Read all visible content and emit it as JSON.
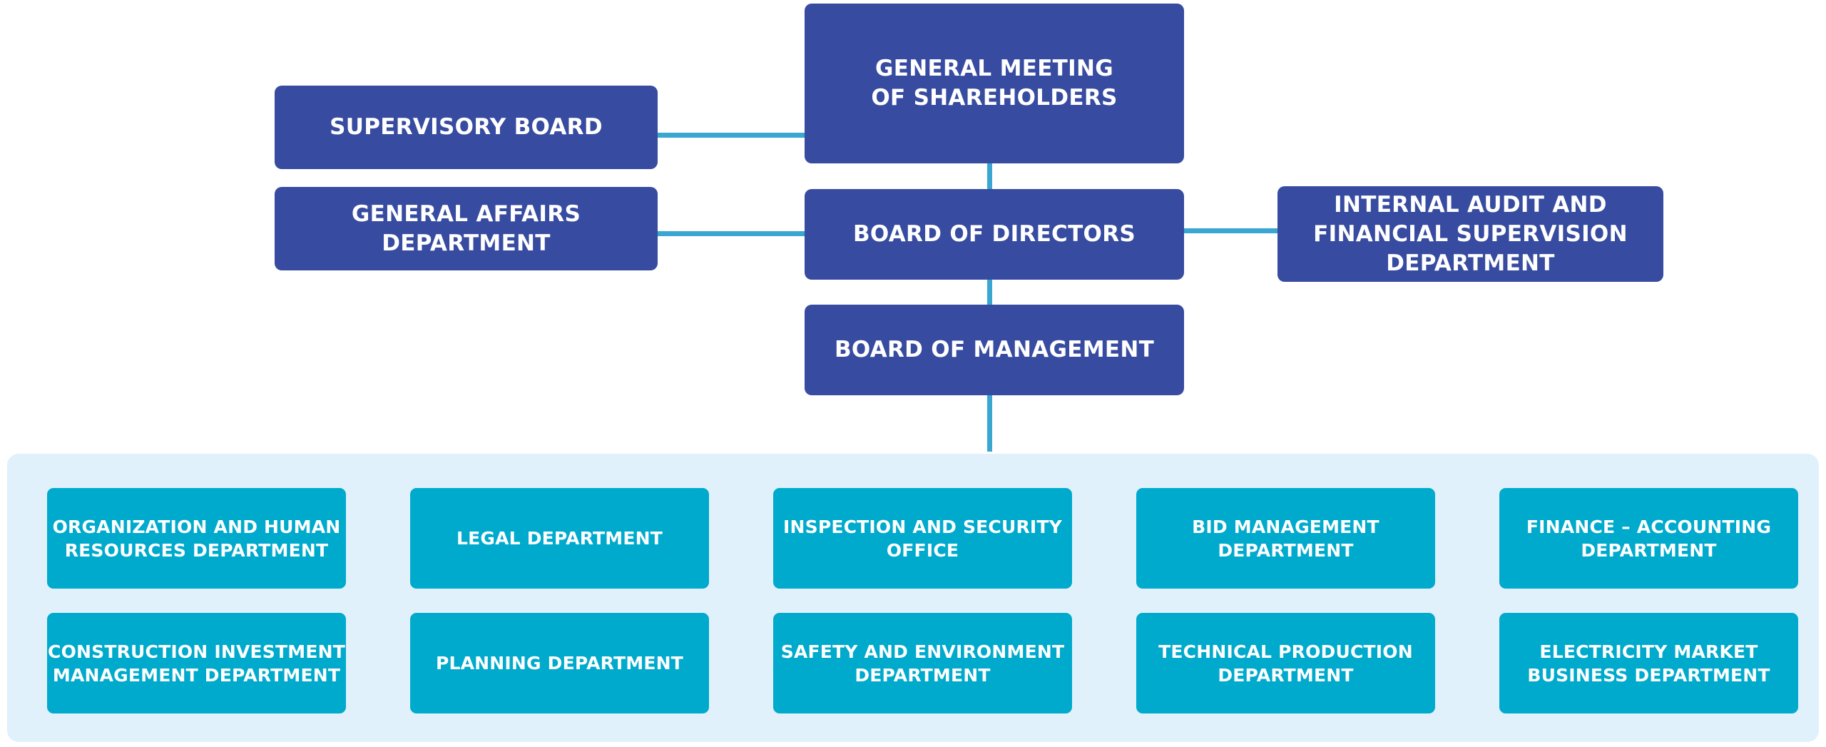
{
  "colors": {
    "executive_box": "#374ba0",
    "department_box": "#00aacd",
    "connector": "#3aa7d2",
    "panel_background": "#e1f1fb"
  },
  "governance": {
    "shareholders": "GENERAL MEETING\nOF SHAREHOLDERS",
    "supervisory_board": "SUPERVISORY BOARD",
    "general_affairs": "GENERAL AFFAIRS\nDEPARTMENT",
    "board_of_directors": "BOARD OF DIRECTORS",
    "internal_audit": "INTERNAL AUDIT AND\nFINANCIAL SUPERVISION\nDEPARTMENT",
    "board_of_management": "BOARD OF MANAGEMENT"
  },
  "departments": [
    "ORGANIZATION AND HUMAN\nRESOURCES DEPARTMENT",
    "LEGAL DEPARTMENT",
    "INSPECTION AND SECURITY\nOFFICE",
    "BID MANAGEMENT\nDEPARTMENT",
    "FINANCE – ACCOUNTING\nDEPARTMENT",
    "CONSTRUCTION INVESTMENT\nMANAGEMENT DEPARTMENT",
    "PLANNING DEPARTMENT",
    "SAFETY AND ENVIRONMENT\nDEPARTMENT",
    "TECHNICAL PRODUCTION\nDEPARTMENT",
    "ELECTRICITY MARKET\nBUSINESS DEPARTMENT"
  ]
}
